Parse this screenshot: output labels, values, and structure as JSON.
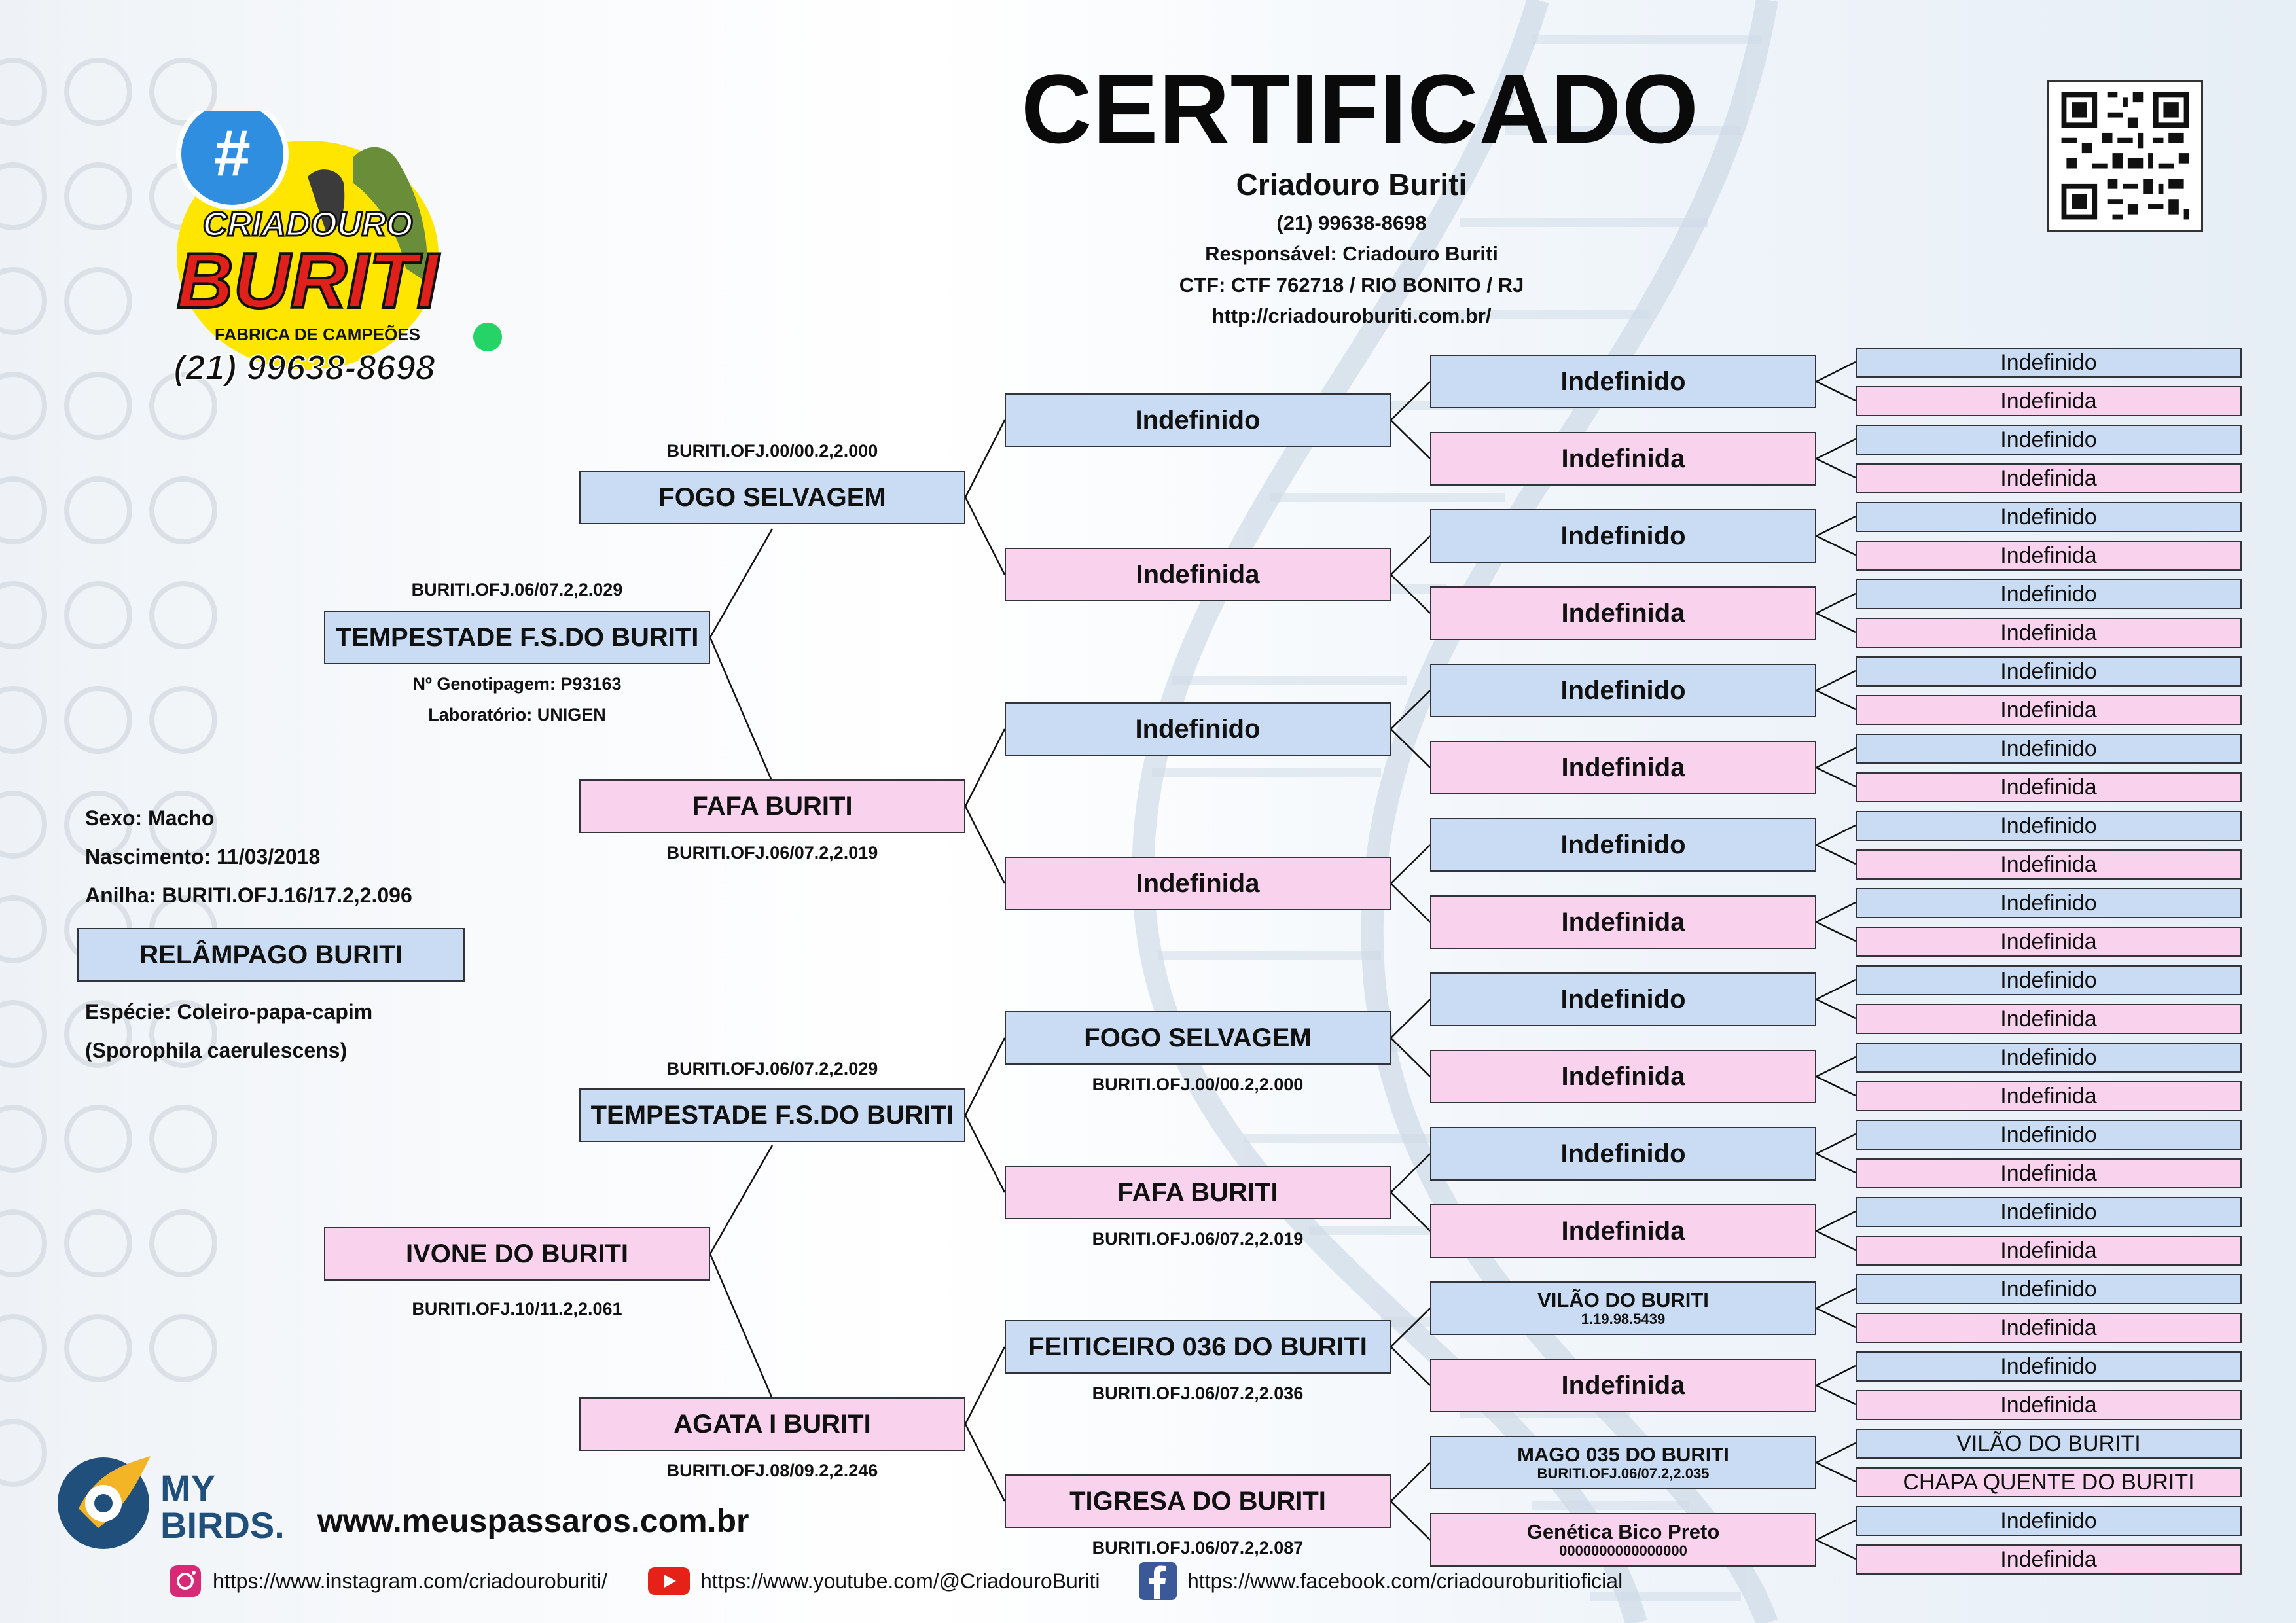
{
  "header": {
    "title": "CERTIFICADO",
    "breeder": "Criadouro Buriti",
    "phone": "(21) 99638-8698",
    "responsible": "Responsável: Criadouro Buriti",
    "ctf": "CTF: CTF 762718 / RIO BONITO / RJ",
    "url": "http://criadouroburiti.com.br/"
  },
  "logo": {
    "hash": "#",
    "line1": "CRIADOURO",
    "line2": "BURITI",
    "tagline": "FABRICA DE CAMPEÕES",
    "phone": "(21) 99638-8698"
  },
  "bird": {
    "sex": "Sexo: Macho",
    "birth": "Nascimento: 11/03/2018",
    "ring": "Anilha: BURITI.OFJ.16/17.2,2.096",
    "name": "RELÂMPAGO BURITI",
    "species": "Espécie: Coleiro-papa-capim",
    "species_latin": "(Sporophila caerulescens)"
  },
  "gen1": {
    "father": {
      "name": "TEMPESTADE F.S.DO BURITI",
      "ring": "BURITI.OFJ.06/07.2,2.029",
      "genotyping": "Nº Genotipagem: P93163",
      "lab": "Laboratório: UNIGEN"
    },
    "mother": {
      "name": "IVONE DO BURITI",
      "ring": "BURITI.OFJ.10/11.2,2.061"
    }
  },
  "gen2": {
    "ff": {
      "name": "FOGO SELVAGEM",
      "ring": "BURITI.OFJ.00/00.2,2.000"
    },
    "fm": {
      "name": "FAFA BURITI",
      "ring": "BURITI.OFJ.06/07.2,2.019"
    },
    "mf": {
      "name": "TEMPESTADE F.S.DO BURITI",
      "ring": "BURITI.OFJ.06/07.2,2.029"
    },
    "mm": {
      "name": "AGATA I BURITI",
      "ring": "BURITI.OFJ.08/09.2,2.246"
    }
  },
  "gen3": {
    "fff": {
      "name": "Indefinido"
    },
    "ffm": {
      "name": "Indefinida"
    },
    "fmf": {
      "name": "Indefinido"
    },
    "fmm": {
      "name": "Indefinida"
    },
    "mff": {
      "name": "FOGO SELVAGEM",
      "ring": "BURITI.OFJ.00/00.2,2.000"
    },
    "mfm": {
      "name": "FAFA BURITI",
      "ring": "BURITI.OFJ.06/07.2,2.019"
    },
    "mmf": {
      "name": "FEITICEIRO 036 DO BURITI",
      "ring": "BURITI.OFJ.06/07.2,2.036"
    },
    "mmm": {
      "name": "TIGRESA DO BURITI",
      "ring": "BURITI.OFJ.06/07.2,2.087"
    }
  },
  "gen4": [
    {
      "name": "Indefinido"
    },
    {
      "name": "Indefinida"
    },
    {
      "name": "Indefinido"
    },
    {
      "name": "Indefinida"
    },
    {
      "name": "Indefinido"
    },
    {
      "name": "Indefinida"
    },
    {
      "name": "Indefinido"
    },
    {
      "name": "Indefinida"
    },
    {
      "name": "Indefinido"
    },
    {
      "name": "Indefinida"
    },
    {
      "name": "Indefinido"
    },
    {
      "name": "Indefinida"
    },
    {
      "name": "VILÃO DO BURITI",
      "ring": "1.19.98.5439"
    },
    {
      "name": "Indefinida"
    },
    {
      "name": "MAGO 035 DO BURITI",
      "ring": "BURITI.OFJ.06/07.2,2.035"
    },
    {
      "name": "Genética Bico Preto",
      "ring": "0000000000000000"
    }
  ],
  "gen5": [
    "Indefinido",
    "Indefinida",
    "Indefinido",
    "Indefinida",
    "Indefinido",
    "Indefinida",
    "Indefinido",
    "Indefinida",
    "Indefinido",
    "Indefinida",
    "Indefinido",
    "Indefinida",
    "Indefinido",
    "Indefinida",
    "Indefinido",
    "Indefinida",
    "Indefinido",
    "Indefinida",
    "Indefinido",
    "Indefinida",
    "Indefinido",
    "Indefinida",
    "Indefinido",
    "Indefinida",
    "Indefinido",
    "Indefinida",
    "Indefinido",
    "Indefinida",
    "VILÃO DO BURITI",
    "CHAPA QUENTE DO BURITI",
    "Indefinido",
    "Indefinida"
  ],
  "footer": {
    "mybirds_line1": "MY",
    "mybirds_line2": "BIRDS.",
    "site": "www.meuspassaros.com.br",
    "instagram": "https://www.instagram.com/criadouroburiti/",
    "youtube": "https://www.youtube.com/@CriadouroBuriti",
    "facebook": "https://www.facebook.com/criadouroburitioficial"
  },
  "colors": {
    "male": "#c9dcf3",
    "female": "#f9d3ee",
    "border": "#33333a",
    "logo_yellow": "#ffe600",
    "logo_red": "#e0201b",
    "logo_blue": "#2f8ee0"
  }
}
